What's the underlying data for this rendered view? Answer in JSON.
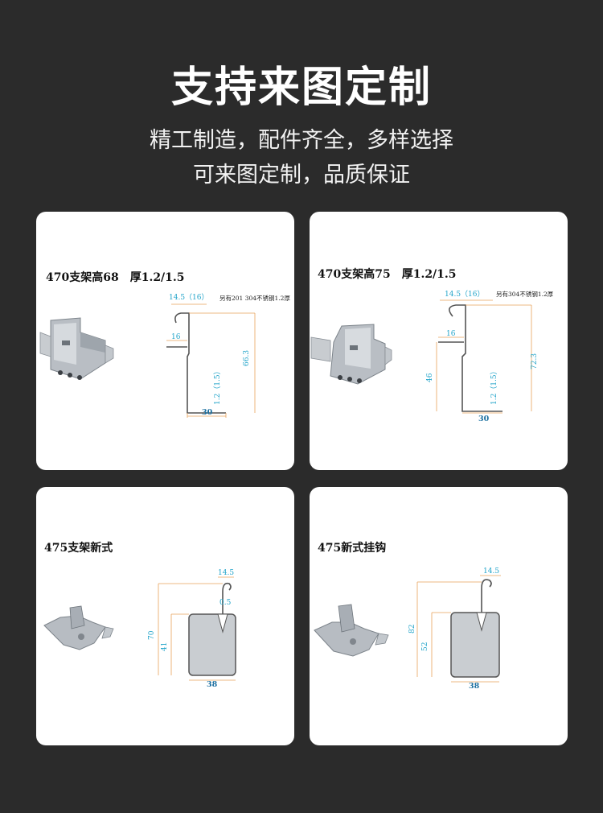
{
  "header": {
    "title": "支持来图定制",
    "line1": "精工制造，配件齐全，多样选择",
    "line2": "可来图定制，品质保证"
  },
  "cards": [
    {
      "label": "470支架高68　厚1.2/1.5",
      "dim_top": "14.5（16）",
      "note": "另有201 304不锈钢1.2厚",
      "dim_16": "16",
      "dim_height": "66.3",
      "dim_thick": "1.2（1.5）",
      "dim_base": "30"
    },
    {
      "label": "470支架高75　厚1.2/1.5",
      "dim_top": "14.5（16）",
      "note": "另有304不锈钢1.2厚",
      "dim_16": "16",
      "dim_46": "46",
      "dim_height": "72.3",
      "dim_thick": "1.2（1.5）",
      "dim_base": "30"
    },
    {
      "label": "475支架新式",
      "dim_top": "14.5",
      "dim_hook": "0.5",
      "dim_outer": "70",
      "dim_inner": "41",
      "dim_base": "38"
    },
    {
      "label": "475新式挂钩",
      "dim_top": "14.5",
      "dim_outer": "82",
      "dim_inner": "52",
      "dim_base": "38"
    }
  ],
  "colors": {
    "background": "#2b2b2b",
    "card": "#ffffff",
    "dimension_text": "#1fa3c9",
    "dimension_line": "#e8a25a"
  }
}
